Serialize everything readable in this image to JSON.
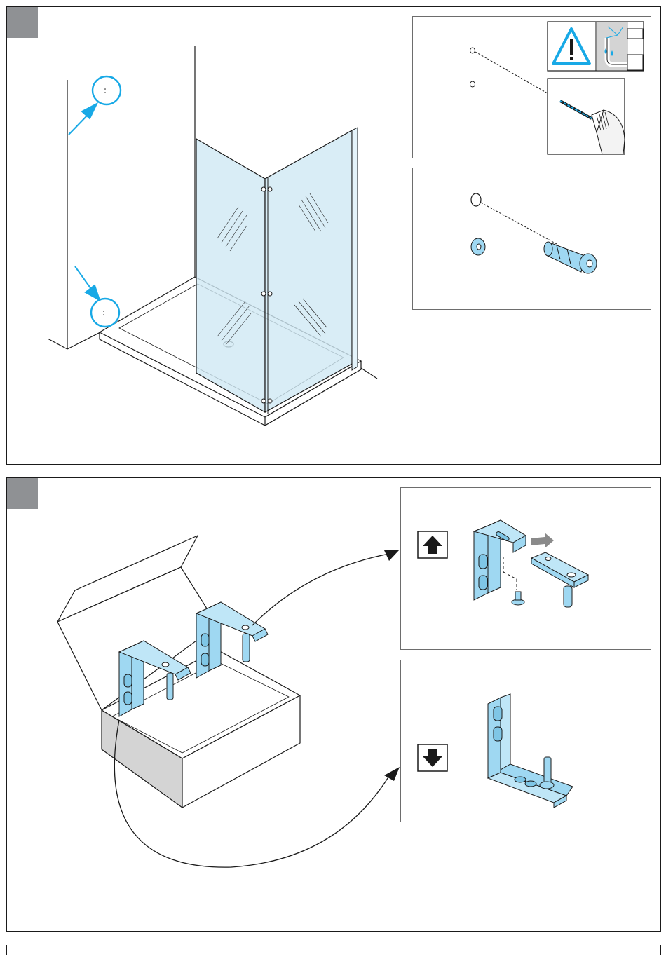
{
  "document": {
    "type": "assembly-instructions",
    "steps": [
      {
        "number": "",
        "illustration": "shower-enclosure-marking-drill-holes",
        "details": [
          {
            "name": "drilling-with-warning",
            "icons": [
              "warning-triangle-icon",
              "hidden-pipe-warning-icon",
              "drill-icon"
            ]
          },
          {
            "name": "insert-wall-plug",
            "icons": [
              "wall-plug-icon",
              "washer-icon"
            ]
          }
        ]
      },
      {
        "number": "",
        "illustration": "hinge-brackets-in-box",
        "details": [
          {
            "name": "upper-bracket",
            "icons": [
              "arrow-up-icon",
              "screw-icon",
              "pin-icon"
            ]
          },
          {
            "name": "lower-bracket",
            "icons": [
              "arrow-down-icon"
            ]
          }
        ]
      }
    ],
    "footer": {
      "page_number": ""
    }
  },
  "colors": {
    "accent": "#18a9e6",
    "glass": "#cfe9f4",
    "part": "#9fd8f2",
    "badge": "#8f9194",
    "line": "#1a1a1a"
  }
}
